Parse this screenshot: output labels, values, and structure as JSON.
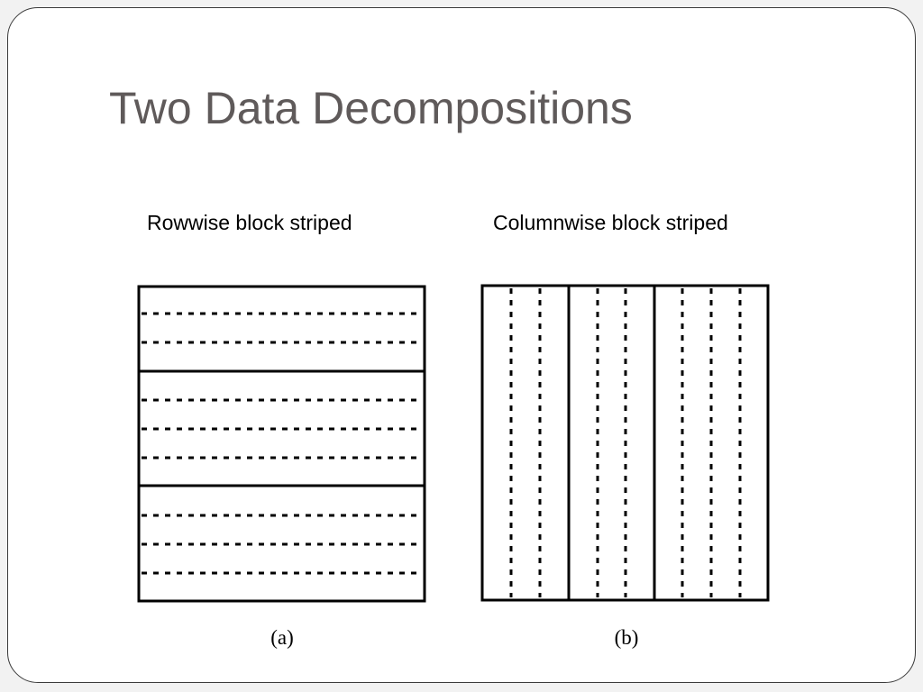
{
  "slide": {
    "title": "Two Data Decompositions"
  },
  "panels": [
    {
      "label": "Rowwise block striped",
      "caption": "(a)",
      "orientation": "rows",
      "blocks": 3,
      "stripes_per_block": [
        3,
        4,
        4
      ]
    },
    {
      "label": "Columnwise block striped",
      "caption": "(b)",
      "orientation": "columns",
      "blocks": 3,
      "stripes_per_block": [
        3,
        3,
        4
      ]
    }
  ],
  "colors": {
    "title": "#5f5a5a",
    "border": "#3a3a3a",
    "lines": "#000000",
    "background": "#ffffff"
  }
}
